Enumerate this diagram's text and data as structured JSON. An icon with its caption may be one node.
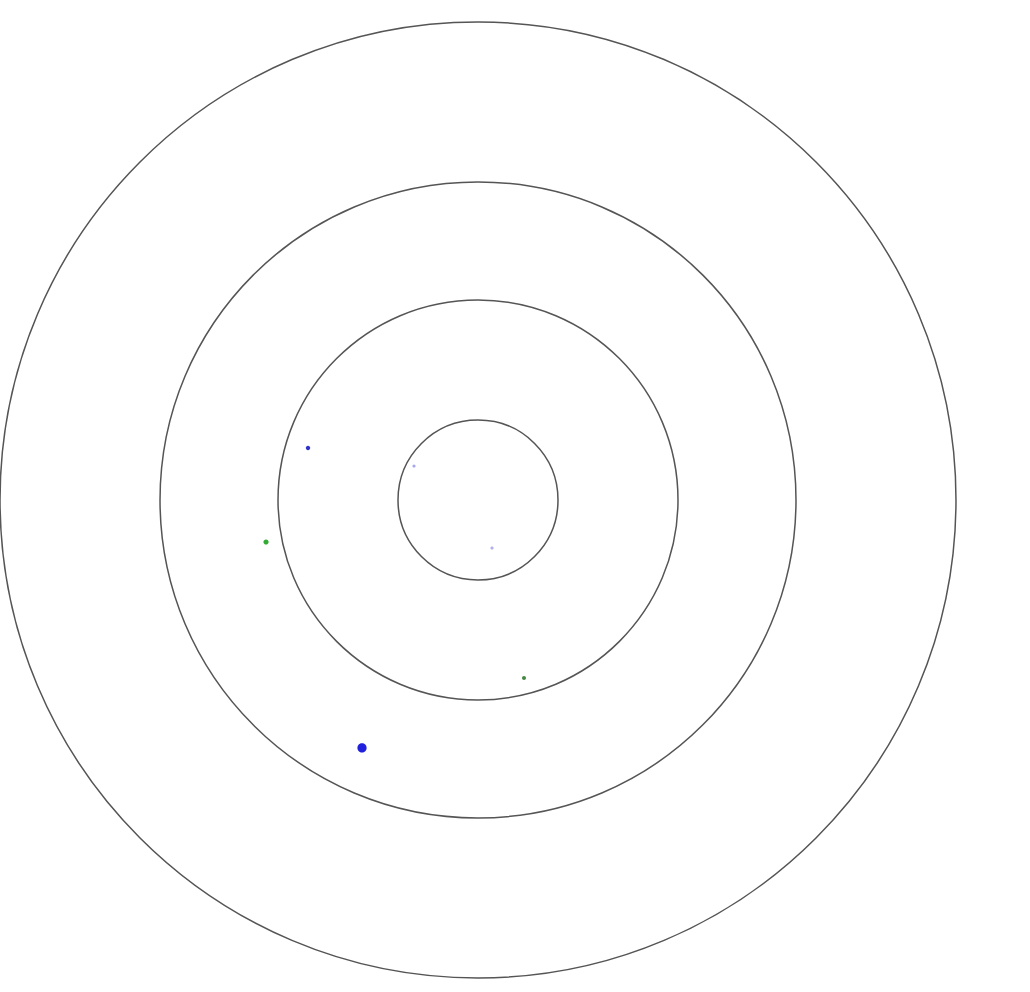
{
  "diagram": {
    "nodes": [
      {
        "text": [],
        "shape": "circle"
      },
      {
        "text": [],
        "shape": "circle",
        "in": 0
      },
      {
        "text": [],
        "shape": "circle",
        "in": 1
      },
      {
        "text": [],
        "shape": "circle",
        "in": 2
      },
      {
        "text": [],
        "shape": "dot",
        "in": 1
      },
      {
        "text": [],
        "shape": "dot",
        "in": 2
      },
      {
        "text": [],
        "shape": "dot",
        "in": 1
      },
      {
        "text": [],
        "shape": "dot",
        "in": 3
      },
      {
        "text": [],
        "shape": "dot",
        "in": 3
      },
      {
        "text": [],
        "shape": "dot",
        "in": 2
      }
    ]
  }
}
